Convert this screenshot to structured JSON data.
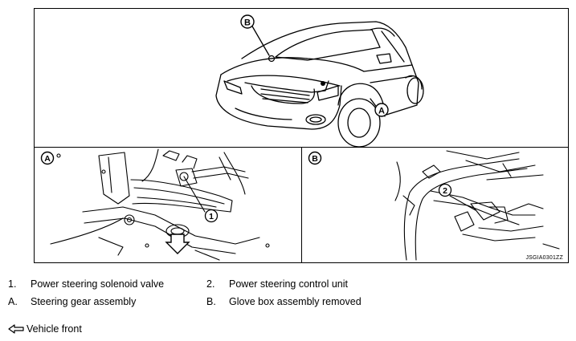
{
  "figure": {
    "id": "JSGIA0301ZZ",
    "callouts": {
      "overview_a": "A",
      "overview_b": "B",
      "panel_a": "A",
      "panel_b": "B",
      "item_1": "1",
      "item_2": "2"
    }
  },
  "legend": [
    {
      "key": "1.",
      "text": "Power steering solenoid valve"
    },
    {
      "key": "2.",
      "text": "Power steering control unit"
    },
    {
      "key": "A.",
      "text": "Steering gear assembly"
    },
    {
      "key": "B.",
      "text": "Glove box assembly removed"
    }
  ],
  "vehicle_front": {
    "icon": "vehicle-front-arrow-icon",
    "label": "Vehicle front"
  }
}
